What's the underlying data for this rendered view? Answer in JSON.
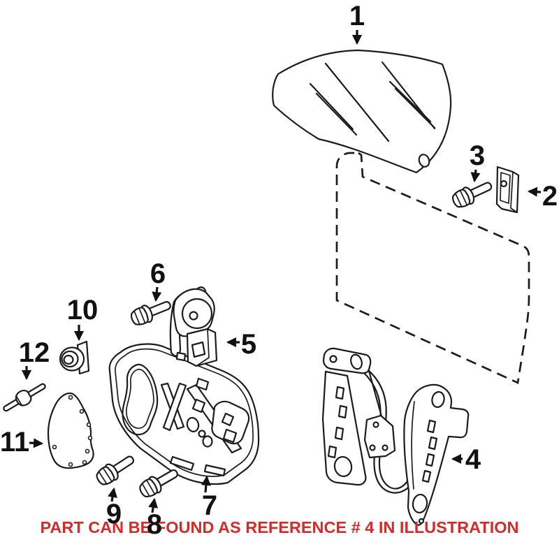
{
  "figure": {
    "background": "#ffffff",
    "line_color": "#1c1c1c",
    "caption": {
      "text": "PART CAN BE FOUND AS REFERENCE # 4 IN ILLUSTRATION",
      "color": "#d42b2b"
    },
    "callouts": [
      {
        "label": "1"
      },
      {
        "label": "2"
      },
      {
        "label": "3"
      },
      {
        "label": "4"
      },
      {
        "label": "5"
      },
      {
        "label": "6"
      },
      {
        "label": "7"
      },
      {
        "label": "8"
      },
      {
        "label": "9"
      },
      {
        "label": "10"
      },
      {
        "label": "11"
      },
      {
        "label": "12"
      }
    ]
  }
}
